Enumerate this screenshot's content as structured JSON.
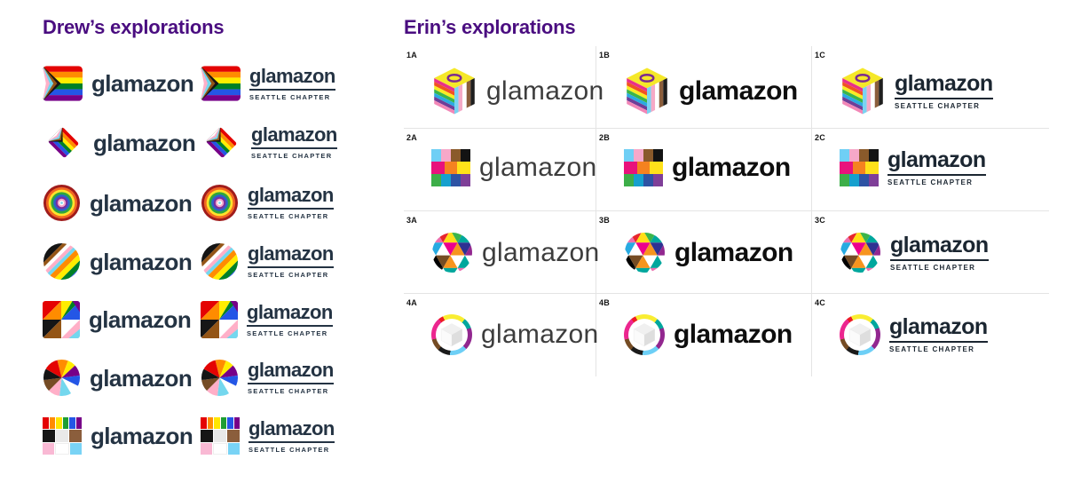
{
  "page": {
    "background": "#FFFFFF"
  },
  "sections": {
    "drew": {
      "title": "Drew’s explorations",
      "wordmark": "glamazon",
      "subtitle": "SEATTLE CHAPTER",
      "variants": [
        "plain",
        "seattle-chapter"
      ],
      "rows": [
        {
          "icon": "progress-flag-square-icon"
        },
        {
          "icon": "progress-flag-diamond-icon"
        },
        {
          "icon": "rainbow-bullseye-icon"
        },
        {
          "icon": "diagonal-stripe-circle-icon"
        },
        {
          "icon": "triangle-mosaic-square-icon"
        },
        {
          "icon": "pride-pinwheel-circle-icon"
        },
        {
          "icon": "pride-mosaic-grid-icon"
        }
      ]
    },
    "erin": {
      "title": "Erin’s explorations",
      "wordmark": "glamazon",
      "subtitle": "SEATTLE CHAPTER",
      "cells": [
        {
          "label": "1A",
          "icon": "pride-cube-icon",
          "style": "light"
        },
        {
          "label": "1B",
          "icon": "pride-cube-icon",
          "style": "bold"
        },
        {
          "label": "1C",
          "icon": "pride-cube-icon",
          "style": "seattle-chapter"
        },
        {
          "label": "2A",
          "icon": "pride-pixel-grid-icon",
          "style": "light"
        },
        {
          "label": "2B",
          "icon": "pride-pixel-grid-icon",
          "style": "bold"
        },
        {
          "label": "2C",
          "icon": "pride-pixel-grid-icon",
          "style": "seattle-chapter"
        },
        {
          "label": "3A",
          "icon": "facet-sphere-icon",
          "style": "light"
        },
        {
          "label": "3B",
          "icon": "facet-sphere-icon",
          "style": "bold"
        },
        {
          "label": "3C",
          "icon": "facet-sphere-icon",
          "style": "seattle-chapter"
        },
        {
          "label": "4A",
          "icon": "ring-cube-icon",
          "style": "light"
        },
        {
          "label": "4B",
          "icon": "ring-cube-icon",
          "style": "bold"
        },
        {
          "label": "4C",
          "icon": "ring-cube-icon",
          "style": "seattle-chapter"
        }
      ]
    }
  },
  "colors": {
    "heading_purple": "#4A0D80",
    "wordmark_navy": "#243343",
    "wordmark_black": "#0E0E0E",
    "grid_line": "#E4E4E4",
    "pride_stripes": [
      "#E40303",
      "#FF8C00",
      "#FFED00",
      "#008026",
      "#2456E6",
      "#770088"
    ],
    "progress_chevron": [
      "#FFFFFF",
      "#FFAFC8",
      "#74D7EE",
      "#945516",
      "#141414"
    ]
  }
}
